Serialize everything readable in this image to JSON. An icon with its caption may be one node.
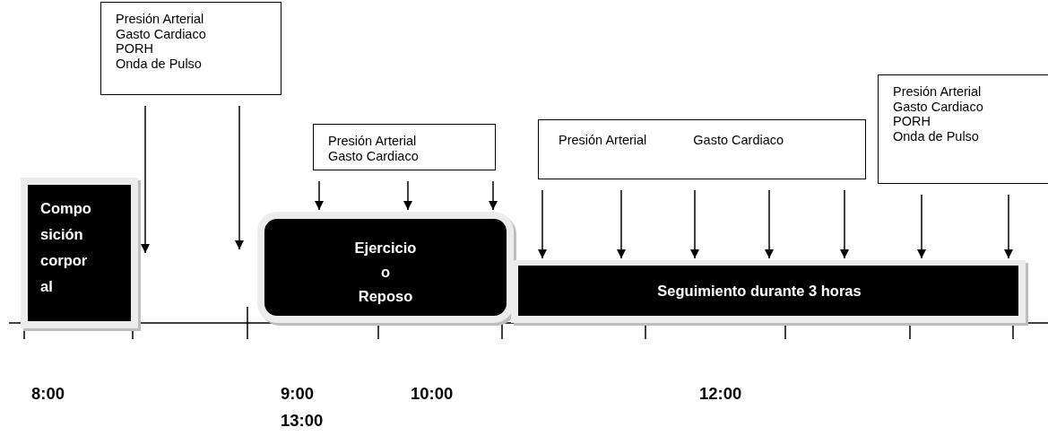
{
  "diagram": {
    "nodes": [
      {
        "text": [
          "Presión Arterial",
          "Gasto Cardiaco",
          "PORH",
          "Onda de Pulso"
        ]
      },
      {
        "text": [
          "Presión Arterial",
          "Gasto Cardiaco"
        ]
      },
      {
        "text": [
          "Presión Arterial",
          "Gasto Cardiaco"
        ]
      },
      {
        "text": [
          "Presión Arterial",
          "Gasto Cardiaco",
          "PORH",
          "Onda de Pulso"
        ]
      },
      {
        "text": [
          "Compo sición corpor al"
        ]
      },
      {
        "text": [
          "Ejercicio o Reposo"
        ]
      },
      {
        "text": [
          "Seguimiento durante 3 horas"
        ]
      }
    ],
    "edges": [
      {
        "from": 0,
        "to": 4,
        "arrow": "to"
      },
      {
        "from": 0,
        "to": 5,
        "arrow": "to"
      },
      {
        "from": 1,
        "to": 5,
        "arrow": "to"
      },
      {
        "from": 1,
        "to": 5,
        "arrow": "to"
      },
      {
        "from": 1,
        "to": 5,
        "arrow": "to"
      },
      {
        "from": 2,
        "to": 6,
        "arrow": "to"
      },
      {
        "from": 2,
        "to": 6,
        "arrow": "to"
      },
      {
        "from": 2,
        "to": 6,
        "arrow": "to"
      },
      {
        "from": 2,
        "to": 6,
        "arrow": "to"
      },
      {
        "from": 2,
        "to": 6,
        "arrow": "to"
      },
      {
        "from": 3,
        "to": 6,
        "arrow": "to"
      },
      {
        "from": 3,
        "to": 6,
        "arrow": "to"
      }
    ],
    "labels": [
      "8:00",
      "9:00",
      "13:00",
      "10:00",
      "12:00"
    ]
  }
}
